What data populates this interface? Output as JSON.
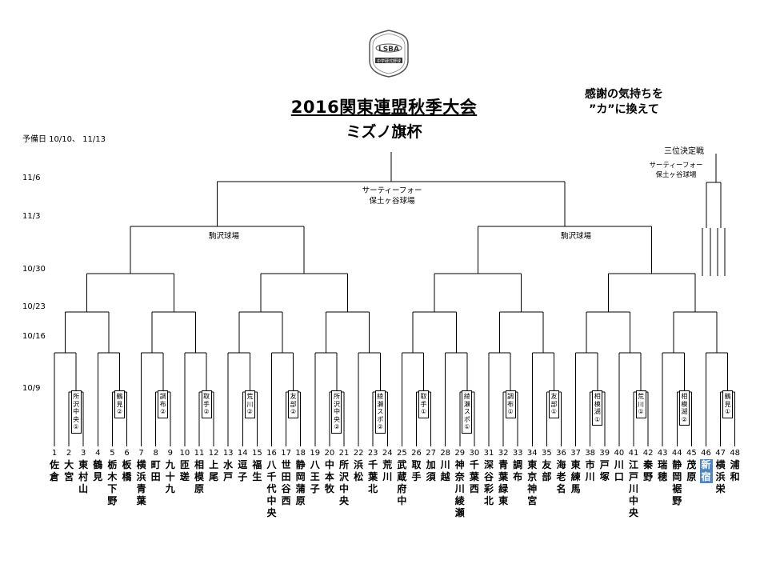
{
  "title": "2016関東連盟秋季大会",
  "subtitle": "ミズノ旗杯",
  "slogan": {
    "line1": "感謝の気持ちを",
    "line2": "”カ”に換えて"
  },
  "logo": {
    "text": "LSBA",
    "subtext": "中学硬式野球"
  },
  "prelim_dates": "予備日  10/10、 11/13",
  "round_dates": [
    "11/6",
    "11/3",
    "10/30",
    "10/23",
    "10/16",
    "10/9"
  ],
  "venues": {
    "final_line1": "サーティーフォー",
    "final_line2": "保土ヶ谷球場",
    "semi_left": "駒沢球場",
    "semi_right": "駒沢球場"
  },
  "third_place": {
    "title": "三位決定戦",
    "venue_line1": "サーティーフォー",
    "venue_line2": "保土ヶ谷球場"
  },
  "seeds": [
    "所\n沢\n中\n央\n①",
    "鶴\n見\n②",
    "調\n布\n②",
    "取\n手\n②",
    "荒\n川\n②",
    "友\n部\n②",
    "所\n沢\n中\n央\n②",
    "綾\n瀬\nス\nポ\n②",
    "取\n手\n①",
    "綾\n瀬\nス\nポ\n①",
    "調\n布\n①",
    "友\n部\n①",
    "相\n模\n湖\n①",
    "荒\n川\n①",
    "相\n模\n湖\n②",
    "鶴\n見\n①"
  ],
  "teams": [
    {
      "num": "1",
      "name": "佐\n倉"
    },
    {
      "num": "2",
      "name": "大\n宮"
    },
    {
      "num": "3",
      "name": "東\n村\n山"
    },
    {
      "num": "4",
      "name": "鶴\n見"
    },
    {
      "num": "5",
      "name": "栃\n木\n下\n野"
    },
    {
      "num": "6",
      "name": "板\n橋"
    },
    {
      "num": "7",
      "name": "横\n浜\n青\n葉"
    },
    {
      "num": "8",
      "name": "町\n田"
    },
    {
      "num": "9",
      "name": "九\n十\n九"
    },
    {
      "num": "10",
      "name": "匝\n瑳"
    },
    {
      "num": "11",
      "name": "相\n模\n原"
    },
    {
      "num": "12",
      "name": "上\n尾"
    },
    {
      "num": "13",
      "name": "水\n戸"
    },
    {
      "num": "14",
      "name": "逗\n子"
    },
    {
      "num": "15",
      "name": "福\n生"
    },
    {
      "num": "16",
      "name": "八\n千\n代\n中\n央"
    },
    {
      "num": "17",
      "name": "世\n田\n谷\n西"
    },
    {
      "num": "18",
      "name": "静\n岡\n蒲\n原"
    },
    {
      "num": "19",
      "name": "八\n王\n子"
    },
    {
      "num": "20",
      "name": "中\n本\n牧"
    },
    {
      "num": "21",
      "name": "所\n沢\n中\n央"
    },
    {
      "num": "22",
      "name": "浜\n松"
    },
    {
      "num": "23",
      "name": "千\n葉\n北"
    },
    {
      "num": "24",
      "name": "荒\n川"
    },
    {
      "num": "25",
      "name": "武\n蔵\n府\n中"
    },
    {
      "num": "26",
      "name": "取\n手"
    },
    {
      "num": "27",
      "name": "加\n須"
    },
    {
      "num": "28",
      "name": "川\n越"
    },
    {
      "num": "29",
      "name": "神\n奈\n川\n綾\n瀬"
    },
    {
      "num": "30",
      "name": "千\n葉\n西"
    },
    {
      "num": "31",
      "name": "深\n谷\n彩\n北"
    },
    {
      "num": "32",
      "name": "青\n葉\n緑\n東"
    },
    {
      "num": "33",
      "name": "調\n布"
    },
    {
      "num": "34",
      "name": "東\n京\n神\n宮"
    },
    {
      "num": "35",
      "name": "友\n部"
    },
    {
      "num": "36",
      "name": "海\n老\n名"
    },
    {
      "num": "37",
      "name": "東\n練\n馬"
    },
    {
      "num": "38",
      "name": "市\n川"
    },
    {
      "num": "39",
      "name": "戸\n塚"
    },
    {
      "num": "40",
      "name": "川\n口"
    },
    {
      "num": "41",
      "name": "江\n戸\n川\n中\n央"
    },
    {
      "num": "42",
      "name": "秦\n野"
    },
    {
      "num": "43",
      "name": "瑞\n穂"
    },
    {
      "num": "44",
      "name": "静\n岡\n裾\n野"
    },
    {
      "num": "45",
      "name": "茂\n原"
    },
    {
      "num": "46",
      "name": "新\n宿"
    },
    {
      "num": "47",
      "name": "横\n浜\n栄"
    },
    {
      "num": "48",
      "name": "浦\n和"
    }
  ],
  "highlight_team_index": 45,
  "highlight_color": "#4a86c8"
}
